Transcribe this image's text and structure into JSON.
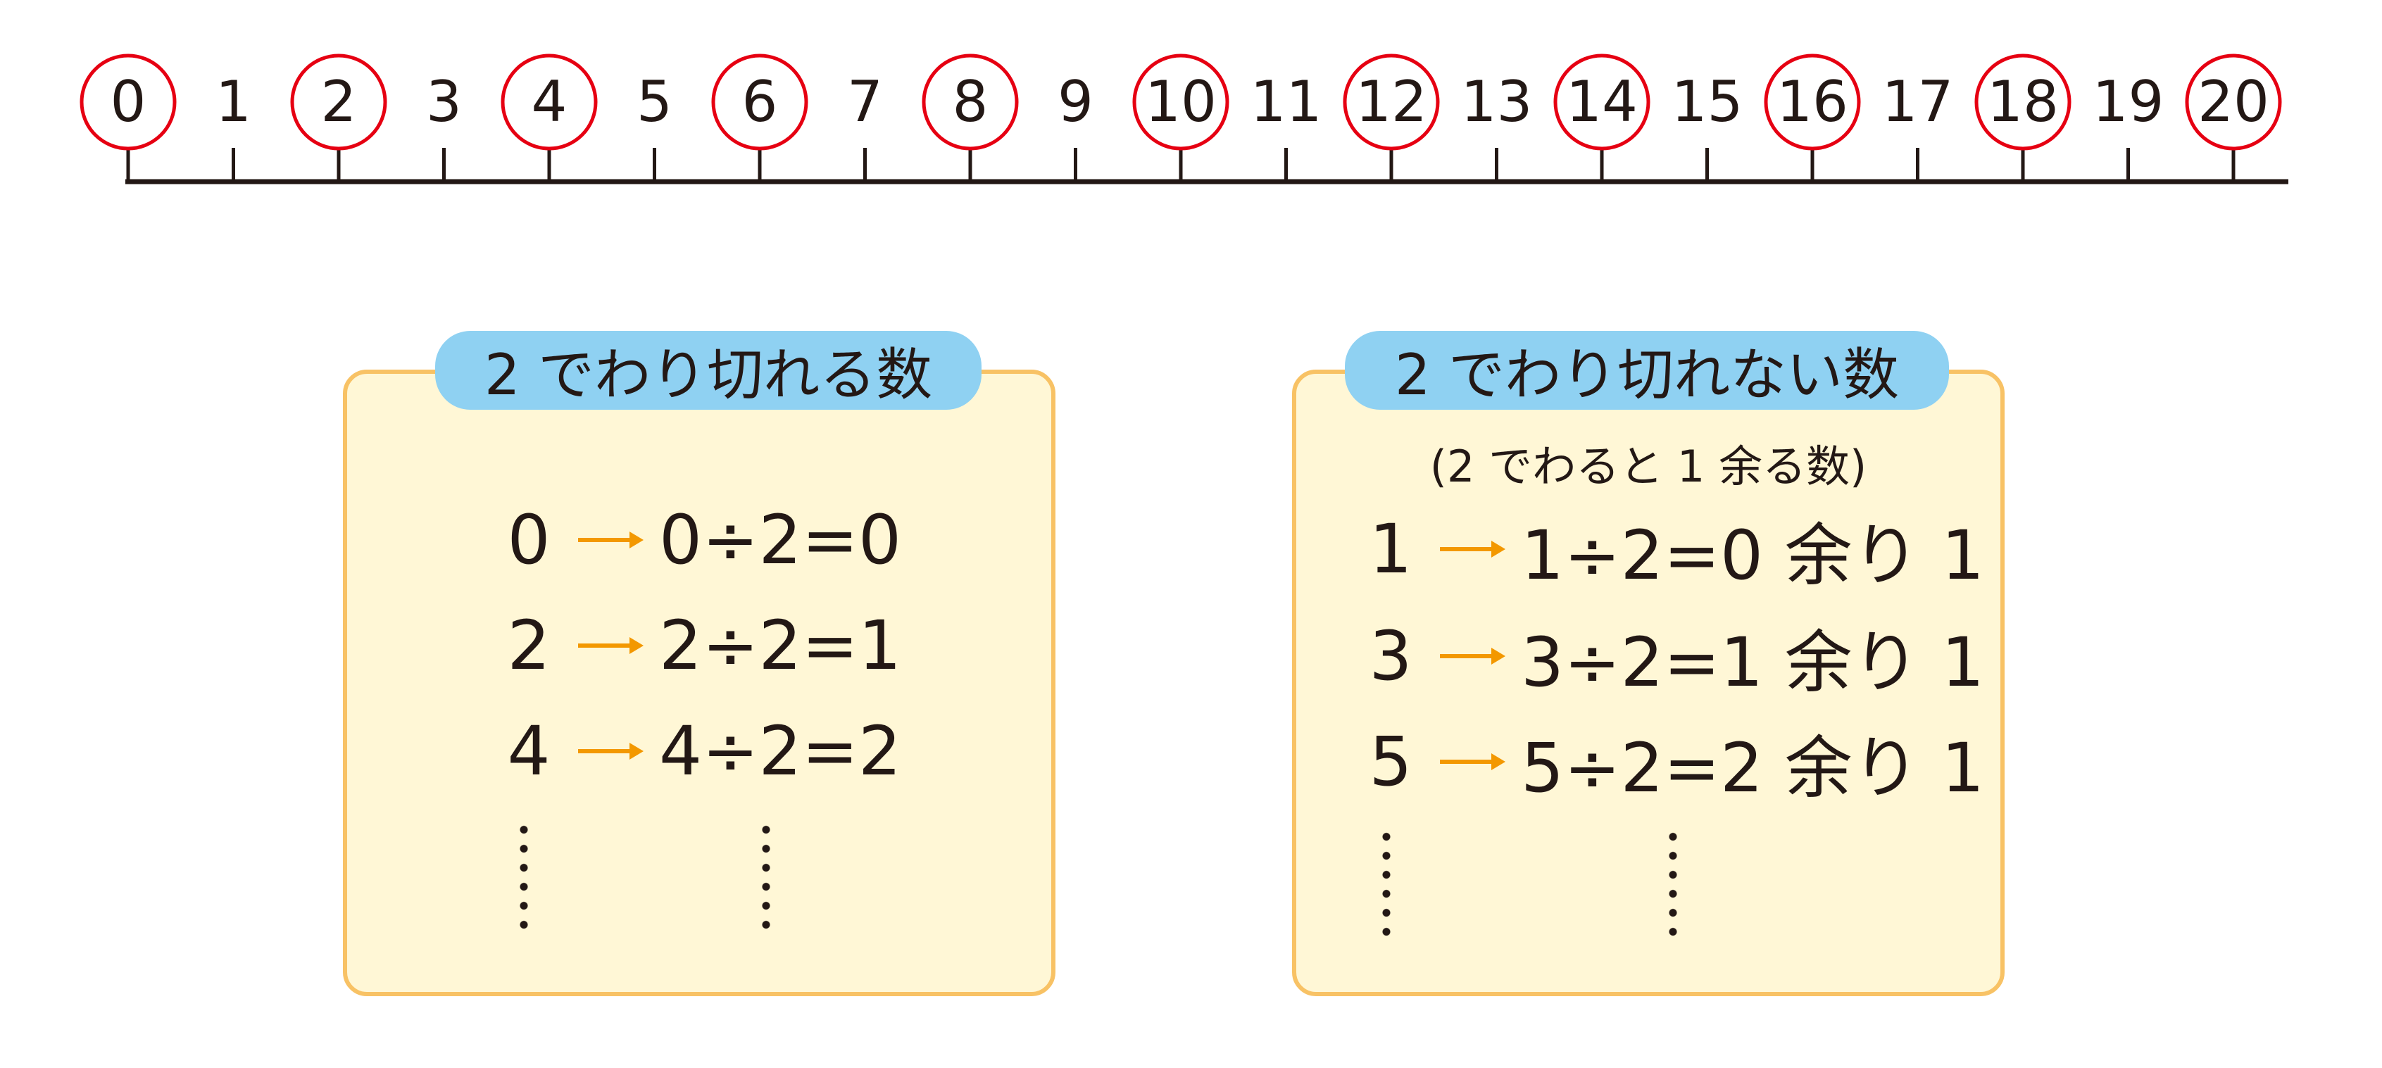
{
  "number_line": {
    "labels": [
      "0",
      "1",
      "2",
      "3",
      "4",
      "5",
      "6",
      "7",
      "8",
      "9",
      "10",
      "11",
      "12",
      "13",
      "14",
      "15",
      "16",
      "17",
      "18",
      "19",
      "20"
    ],
    "circled": [
      "0",
      "2",
      "4",
      "6",
      "8",
      "10",
      "12",
      "14",
      "16",
      "18",
      "20"
    ],
    "circle_color": "#e60012",
    "line_color": "#231815"
  },
  "left_box": {
    "title": "2 でわり切れる数",
    "rows": [
      {
        "n": "0",
        "expr": "0÷2=0"
      },
      {
        "n": "2",
        "expr": "2÷2=1"
      },
      {
        "n": "4",
        "expr": "4÷2=2"
      }
    ]
  },
  "right_box": {
    "title": "2 でわり切れない数",
    "subtitle": "(2 でわると 1 余る数)",
    "rows": [
      {
        "n": "1",
        "expr": "1÷2=0 余り 1"
      },
      {
        "n": "3",
        "expr": "3÷2=1 余り 1"
      },
      {
        "n": "5",
        "expr": "5÷2=2 余り 1"
      }
    ]
  },
  "colors": {
    "box_fill": "#fff7d6",
    "box_border": "#f8c265",
    "pill_fill": "#8fd1f2",
    "arrow": "#f39800",
    "text": "#231815"
  },
  "icons": {
    "arrow": "right-arrow-icon",
    "dots": "vertical-ellipsis-icon"
  }
}
